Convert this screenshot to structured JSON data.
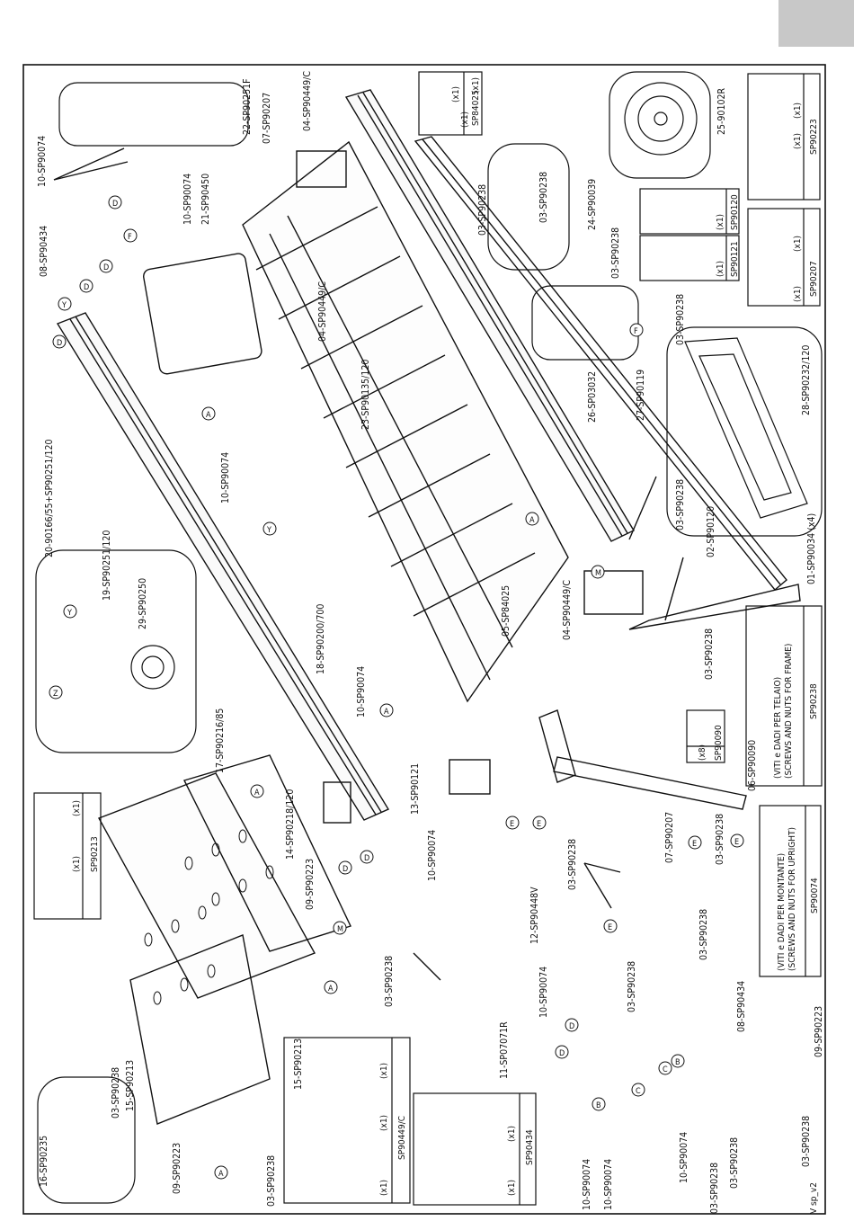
{
  "page": {
    "version_label": "V sp_v2",
    "accent_tab_color": "#c8c8c8"
  },
  "callouts": [
    "10-SP90074",
    "22-SP90251F",
    "07-SP90207",
    "04-SP90449/C",
    "10-SP90074",
    "21-SP90450",
    "08-SP90434",
    "04-SP90449/C",
    "23-SP90135/120",
    "20-90166/55+SP90251/120",
    "10-SP90074",
    "19-SP90251/120",
    "29-SP90250",
    "18-SP90200/700",
    "17-SP90216/85",
    "10-SP90074",
    "14-SP90218/120",
    "13-SP90121",
    "09-SP90223",
    "03-SP90238",
    "10-SP90074",
    "15-SP90213",
    "15-SP90213",
    "03-SP90238",
    "16-SP90235",
    "03-SP90238",
    "09-SP90223",
    "24-SP90039",
    "03-SP90238",
    "03-SP90238",
    "03-SP90238",
    "03-SP90238",
    "26-SP03032",
    "27-SP90119",
    "03-SP90238",
    "02-SP90120",
    "05-SP84025",
    "04-SP90449/C",
    "03-SP90238",
    "01-SP90034 (x4)",
    "28-SP90232/120",
    "25-90102R",
    "06-SP90090",
    "03-SP90238",
    "07-SP90207",
    "03-SP90238",
    "12-SP90448V",
    "10-SP90074",
    "11-SP07071R",
    "03-SP90238",
    "03-SP90238",
    "08-SP90434",
    "09-SP90223",
    "03-SP90238",
    "10-SP90074",
    "10-SP90074",
    "10-SP90074",
    "03-SP90238",
    "03-SP90238"
  ],
  "letters": [
    "A",
    "D",
    "E",
    "F",
    "M",
    "Y",
    "Z",
    "B",
    "C"
  ],
  "boxes": {
    "sp84025": {
      "code": "SP84025",
      "q1": "(x1)",
      "q2": "(x1)",
      "q3": "(x1)"
    },
    "sp90223": {
      "code": "SP90223",
      "q1": "(x1)",
      "q2": "(x1)"
    },
    "sp90120": {
      "code": "SP90120",
      "q1": "(x1)"
    },
    "sp90121": {
      "code": "SP90121",
      "q1": "(x1)"
    },
    "sp90207": {
      "code": "SP90207",
      "q1": "(x1)",
      "q2": "(x1)"
    },
    "sp90238": {
      "code": "SP90238",
      "line1": "(VITI e DADI PER TELAIO)",
      "line2": "(SCREWS AND NUTS FOR FRAME)"
    },
    "sp90090": {
      "code": "SP90090",
      "q1": "(x8)"
    },
    "sp90074": {
      "code": "SP90074",
      "line1": "(VITI e DADI PER MONTANTE)",
      "line2": "(SCREWS AND NUTS FOR UPRIGHT)"
    },
    "sp90213": {
      "code": "SP90213",
      "q1": "(x1)",
      "q2": "(x1)"
    },
    "sp90449c": {
      "code": "SP90449/C",
      "q1": "(x1)",
      "q2": "(x1)",
      "q3": "(x1)"
    },
    "sp90434": {
      "code": "SP90434",
      "q1": "(x1)",
      "q2": "(x1)"
    }
  }
}
